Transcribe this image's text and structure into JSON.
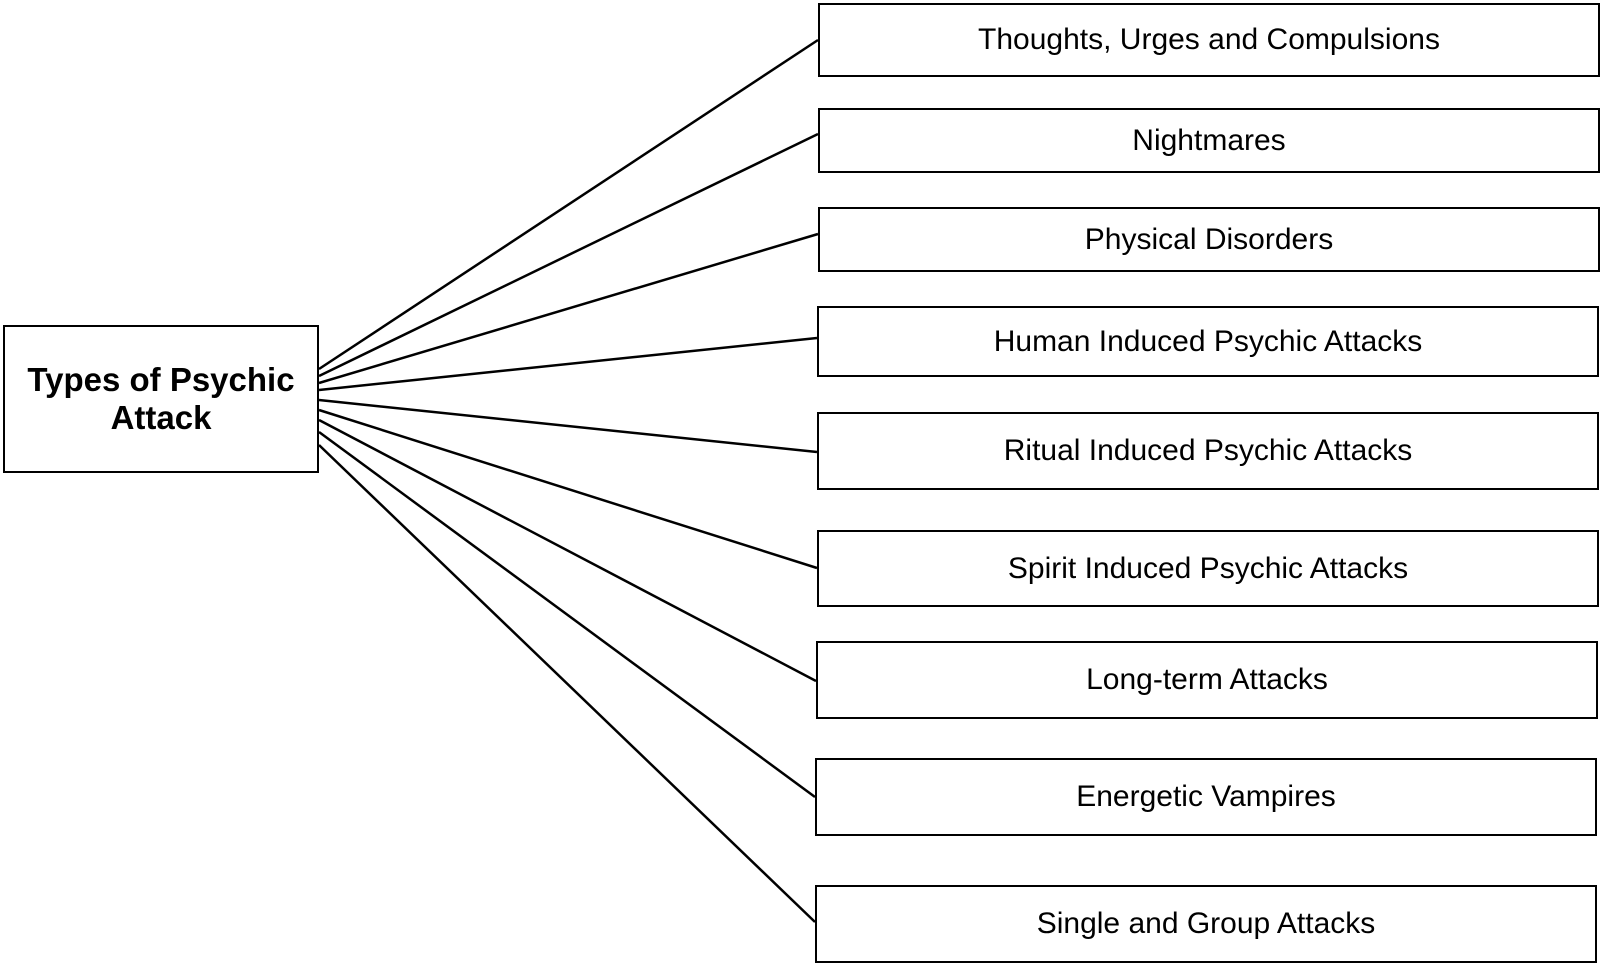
{
  "diagram": {
    "root": {
      "label": "Types of Psychic Attack"
    },
    "children": [
      {
        "label": "Thoughts, Urges and Compulsions"
      },
      {
        "label": "Nightmares"
      },
      {
        "label": "Physical Disorders"
      },
      {
        "label": "Human Induced Psychic Attacks"
      },
      {
        "label": "Ritual Induced Psychic Attacks"
      },
      {
        "label": "Spirit Induced Psychic Attacks"
      },
      {
        "label": "Long-term Attacks"
      },
      {
        "label": "Energetic Vampires"
      },
      {
        "label": "Single and Group Attacks"
      }
    ]
  }
}
